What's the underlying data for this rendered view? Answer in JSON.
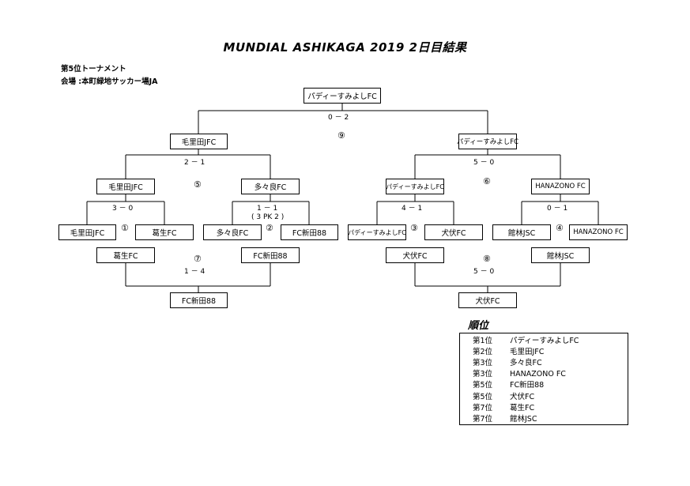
{
  "title": "MUNDIAL ASHIKAGA 2019 2日目結果",
  "tournament": "第5位トーナメント",
  "venue": "会場 :本町緑地サッカー場JA",
  "teams": {
    "paddy": "パディーすみよしFC",
    "kerita": "毛里田JFC",
    "tatara": "多々良FC",
    "kuzuu": "葛生FC",
    "nitta": "FC新田88",
    "inubushi": "犬伏FC",
    "tatebayashi": "館林JSC",
    "hanazono": "HANAZONO FC"
  },
  "matches": {
    "m1": {
      "num": "①",
      "score": "3 － 0"
    },
    "m2": {
      "num": "②",
      "score": "1 － 1",
      "pk": "( 3 PK 2 )"
    },
    "m3": {
      "num": "③",
      "score": "4 － 1"
    },
    "m4": {
      "num": "④",
      "score": "0 － 1"
    },
    "m5": {
      "num": "⑤",
      "score": "2 － 1"
    },
    "m6": {
      "num": "⑥",
      "score": "5 － 0"
    },
    "m7": {
      "num": "⑦",
      "score": "1 － 4"
    },
    "m8": {
      "num": "⑧",
      "score": "5 － 0"
    },
    "m9": {
      "num": "⑨",
      "score": "0 － 2"
    }
  },
  "ranking": {
    "title": "順位",
    "rows": [
      {
        "place": "第1位",
        "team": "パディーすみよしFC"
      },
      {
        "place": "第2位",
        "team": "毛里田JFC"
      },
      {
        "place": "第3位",
        "team": "多々良FC"
      },
      {
        "place": "第3位",
        "team": "HANAZONO FC"
      },
      {
        "place": "第5位",
        "team": "FC新田88"
      },
      {
        "place": "第5位",
        "team": "犬伏FC"
      },
      {
        "place": "第7位",
        "team": "葛生FC"
      },
      {
        "place": "第7位",
        "team": "館林JSC"
      }
    ]
  }
}
